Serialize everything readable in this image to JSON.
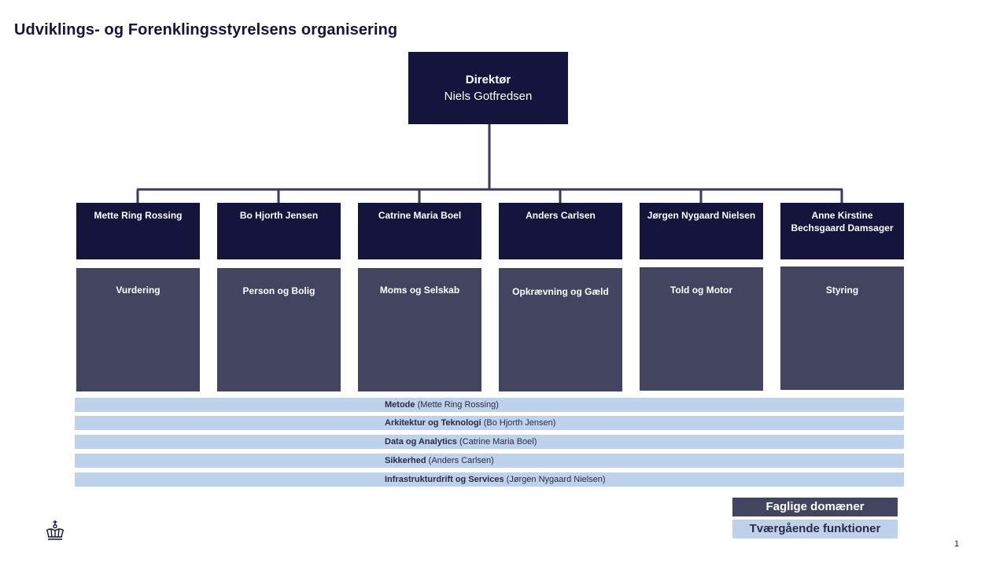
{
  "title": "Udviklings- og Forenklingsstyrelsens organisering",
  "director": {
    "role": "Direktør",
    "name": "Niels Gotfredsen"
  },
  "units": [
    {
      "head": "Mette Ring Rossing",
      "domain": "Vurdering"
    },
    {
      "head": "Bo Hjorth Jensen",
      "domain": "Person og Bolig"
    },
    {
      "head": "Catrine Maria Boel",
      "domain": "Moms og Selskab"
    },
    {
      "head": "Anders Carlsen",
      "domain": "Opkrævning og Gæld"
    },
    {
      "head": "Jørgen Nygaard Nielsen",
      "domain": "Told og Motor"
    },
    {
      "head": "Anne Kirstine Bechsgaard Damsager",
      "domain": "Styring"
    }
  ],
  "functions": [
    {
      "name": "Metode",
      "owner": "(Mette Ring Rossing)"
    },
    {
      "name": "Arkitektur og Teknologi",
      "owner": "(Bo Hjorth Jensen)"
    },
    {
      "name": "Data og Analytics",
      "owner": "(Catrine Maria Boel)"
    },
    {
      "name": "Sikkerhed",
      "owner": "(Anders Carlsen)"
    },
    {
      "name": "Infrastrukturdrift og Services",
      "owner": "(Jørgen Nygaard Nielsen)"
    }
  ],
  "legend": {
    "domains": "Faglige domæner",
    "functions": "Tværgående funktioner"
  },
  "page_number": "1",
  "colors": {
    "navy": "#14143c",
    "slate": "#43445f",
    "light_blue": "#bed2eb",
    "connector": "#3a3b58"
  },
  "icons": {
    "logo": "royal-crown-icon"
  }
}
